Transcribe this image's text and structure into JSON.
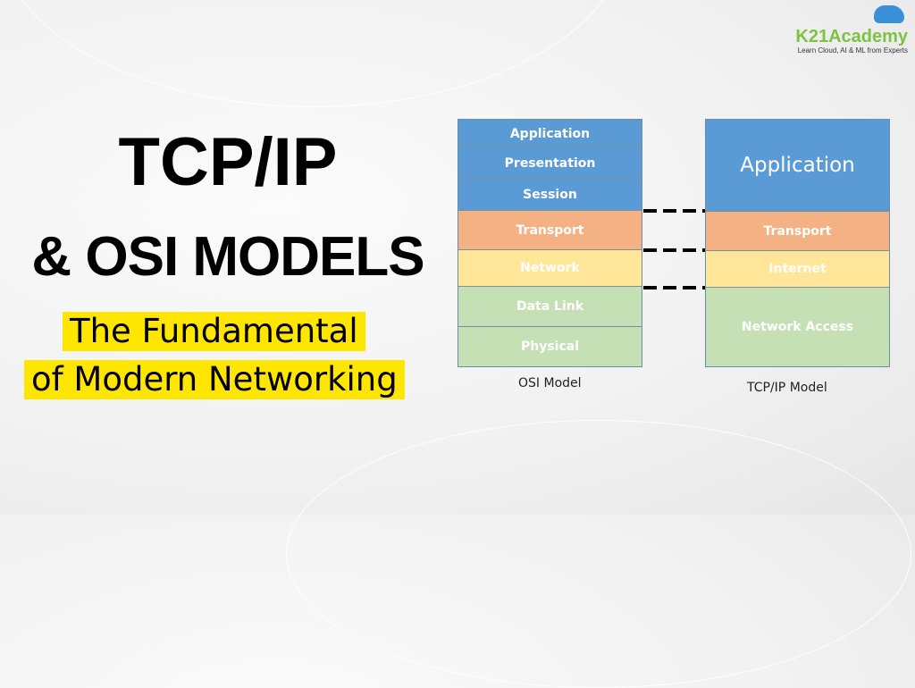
{
  "logo": {
    "name": "K21Academy",
    "tagline": "Learn Cloud, AI & ML from Experts"
  },
  "title": {
    "line1": "TCP/IP",
    "line2": "& OSI MODELS"
  },
  "subtitle": {
    "line1": "The Fundamental",
    "line2": "of Modern Networking"
  },
  "osi": {
    "caption": "OSI Model",
    "layers": [
      "Application",
      "Presentation",
      "Session",
      "Transport",
      "Network",
      "Data Link",
      "Physical"
    ]
  },
  "tcpip": {
    "caption": "TCP/IP Model",
    "layers": [
      "Application",
      "Transport",
      "Internet",
      "Network Access"
    ]
  },
  "colors": {
    "blue": "#5b9bd5",
    "orange": "#f4b183",
    "yellow": "#ffe699",
    "green": "#c5e0b4",
    "highlight": "#ffe600"
  }
}
